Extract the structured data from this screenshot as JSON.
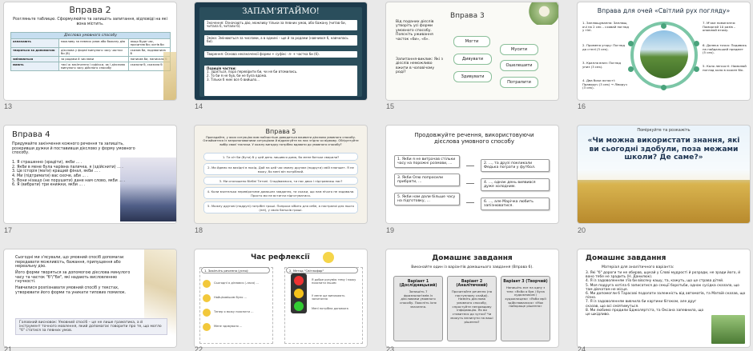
{
  "slide_numbers": [
    "13",
    "14",
    "15",
    "16",
    "17",
    "18",
    "19",
    "20",
    "21",
    "22",
    "23",
    "24"
  ],
  "s13": {
    "title": "Вправа 2",
    "sub": "Розгляньте таблицю. Сформулюйте та запишіть запитання, відповіді на які вона містить.",
    "table_head": "Дієслова умовного способу",
    "rows": [
      {
        "label": "означають",
        "text": "можливу за певних умов або бажану дію",
        "extra": "якщо буде час, прочитав би; хотів би"
      },
      {
        "label": "творяться за допомогою",
        "text": "дієслова у формі минулого часу частки би (б)",
        "extra": "сказав би, подзвонила б"
      },
      {
        "label": "змінюються",
        "text": "за родами й числами",
        "extra": "написав би, написала б"
      },
      {
        "label": "мають",
        "text": "такі ж закінчення і суфікси, як і дієслова минулого часу дійсного способу",
        "extra": "сказали б, сказала б"
      }
    ]
  },
  "s14": {
    "title": "ЗАПАМ'ЯТАЙМО!",
    "c1": "Значення: Означають дію, можливу тільки за певних умов, або бажану (читав би, читала б, читали б).",
    "c2": "Зміна: Змінюються за числами, а в однині – ще й за родами (навчився б, навчилась би).",
    "c3": "Творення: Основа неозначеної форми + суфікс -л- + частка би (б).",
    "c4h": "Позиція частки:",
    "c4a": "1. Здається, пора перевірити би, чи не би втомились.",
    "c4b": "2. То би я не був, би не була вдома.",
    "c4c": "3. Тільки б нині все б вийшло..."
  },
  "s15": {
    "title": "Вправа 3",
    "left1": "Від поданих дієслів утворіть усі форми умовного способу. Поясніть уживання часток «би», «б».",
    "left2": "Запитання-виклик: Які з дієслів неможливо вжити в чоловічому роді?",
    "w1": "Могти",
    "w2": "Мусити",
    "w3": "Дивувати",
    "w4": "Ошелешити",
    "w5": "Здивувати",
    "w6": "Потрапити"
  },
  "s16": {
    "title": "Вправа для очей «Світлий рух погляду»",
    "l1": "1. Заплющування: Заплющ очі на 2 сек – сховай погляд у тіні.",
    "l2": "2. Променя угору: Погляд до стелі (3 сек).",
    "l3": "3. Крапля вниз: Погляд униз (3 сек).",
    "l4": "4. Два боки ясності: Праворуч (3 сек) → Ліворуч (3 сек).",
    "r1": "7. М'яке помигання: Поморгай 10 разів – оновлюй втому.",
    "r2": "6. Далека точка: Подивись на найдальший предмет (5 сек).",
    "r3": "5. Коло легкості: Намалюй погляд коло в кожен бік."
  },
  "s17": {
    "title": "Вправа 4",
    "body": "Придумайте закінчення кожного речення та запишіть, розкривши дужки й поставивши дієслово у форму умовного способу.",
    "items": [
      "1. Я страшенно (зрадіти), якби ... .",
      "2. Якби в мене була чарівна паличка, я (здійснити) ... .",
      "3. Це історія (мати) кращий фінал, якби ... .",
      "4. Ми (підтримати) вас охоче, аби ... .",
      "5. Вони нізащо (не порушити) дане нам слово, якби ... .",
      "6. Я (вибрати) три книжки, якби ... ."
    ]
  },
  "s18": {
    "title": "Вправа 5",
    "intro": "Пригадайте, у яких ситуаціях вам найчастіше доводиться вживати дієслова умовного способу. Ознайомтеся із запропонованими ситуаціями й відреагуйте на них згідно чи відмову. Обґрунтуйте вибір своєї тактики. У кожну вигадку потрібно вдавати до умовного способу?",
    "cards": [
      "1. Ти хіт би (бути) б у цей день лишився дома, бо мене батьки сварили?",
      "2. Ми йдемо на вихідні в похід. Дай на цей час мовну друзям (подруги) свій планшет. Я не можу, бо мені він потрібний.",
      "3. Ми оголошено білбнї Тетяні. Сподіваємося, ти нас двох і підтримаєш нас?",
      "4. Коли вчителька перевірятиме домашнє завдання, ти скажи, що нам нічого не задавали. Просто ми не встигли підготуватися.",
      "5. Можну другові (подрузі) потрібні гроші. Попроси кібито для себе, а настрапої для нього (неї), у своїх батьків гроші."
    ]
  },
  "s19": {
    "title": "Продовжуйте речення, використовуючи дієслова умовного способу",
    "b1": "1. Якби я не витрачав стільки часу на порожні розмови, ...",
    "b2": "2. ..., та друзі покликали Федька пограти у футбол.",
    "b3": "3. Якби Олю попросили прибрати, ...",
    "b4": "4. ..., однак день виявився дуже холодним.",
    "b5": "5. Якби нам дали більше часу на підготовку, ...",
    "b6": "6. ..., але Марічка любить запізнюватися."
  },
  "s20": {
    "cap": "Поміркуйте та розкажіть",
    "q": "«Чи можна використати знання, які ви сьогодні здобули, поза межами школи? Де саме?»"
  },
  "s21": {
    "items": [
      "Сьогодні ми з'ясували, що умовний спосіб допомагає передавати можливість, бажання, припущення або нереальну дію.",
      "Його форми творяться за допомогою дієслова минулого часу та часток \"б\"/\"би\", які надають висловленню гнучкості.",
      "Навчилися розпізнавати умовний спосіб у текстах, утворювати його форми та уникати типових помилок."
    ],
    "note": "Головний висновок: Умовний спосіб – це не лише граматика, а й інструмент точного мовлення, який допомагає говорити про те, що могло \"б\" статися за певних умов."
  },
  "s22": {
    "title": "Час рефлексії",
    "h1": "1. Закінчіть речення (усно):",
    "h2": "2. Метод \"Світлофор\"",
    "lines": [
      "Сьогодні я дізнався (-лася) ...",
      "Найцікавішим було ...",
      "Тепер я можу пояснити ...",
      "Мене здивувало ..."
    ],
    "r1": "Я добре розумію тему і можу пояснити іншим",
    "r2": "У мене ще виникають запитання",
    "r3": "Мені потрібна допомога"
  },
  "s23": {
    "title": "Домашнє завдання",
    "sub": "Виконайте один із варіантів домашнього завдання (Вправа 6).",
    "v1h": "Варіант 1 (Дослідницький)",
    "v1": "Запишіть 7 фразеологізмів із дієсловами умовного способу. Поясніть їхнє значення.",
    "v2h": "Варіант 2 (Аналітичний)",
    "v2": "Прочитайте речення (на наступному слайді). Назвіть дієслова умовного способу, спростуйте неправдиву інформацію. Як ви ставитеся до чутки? Чи можуть вплинути на ваші рішення?",
    "v3h": "Варіант 3 (Творчий)",
    "v3": "Напишіть есе на одну з тем: «Якби я був / була художником / художницею» «Якби мрії здійснювалися» «Моє найкраще рішення»"
  },
  "s24": {
    "title": "Домашнє завдання",
    "cap": "Матеріал для аналітичного варіанта:",
    "items": [
      "3. Які \"б\" дороги ти не обирав, шукай у Слові мудрості й розради, не зради його, й воно тебе не зрадить (Н. Данилюк).",
      "4. Я із задоволенням з'їв би вівсяну кашу, та, кажуть, що це страва дітей.",
      "5. Моя подруга хотіла б записатися до секції боротьби, однак сусідка сказала, що там дівчатам не місце.",
      "6. Ми допомогли б Тарасові подолати залежність від автоматів, та Матвій сказав, що пізно.",
      "7. Я із задоволенням вивчила би картини бігоком, але друг сказав, що всі сміятимуться.",
      "8. Ми любимо продили Бджоляртста, та Оксана запевнила, що це шкідливо."
    ]
  }
}
